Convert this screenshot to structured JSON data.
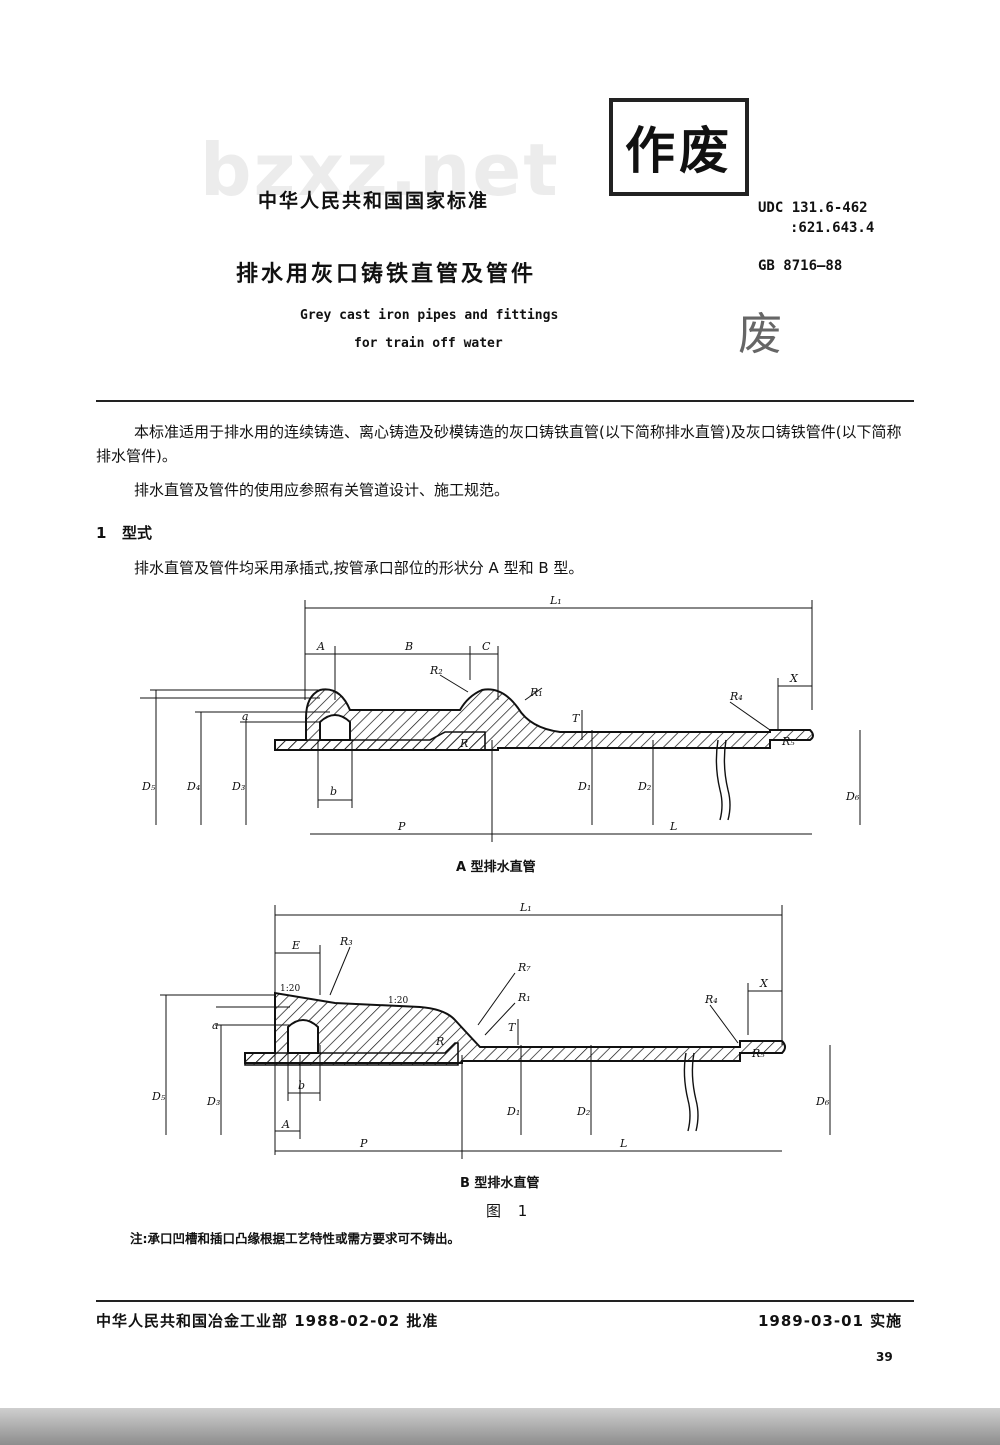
{
  "watermark": "bzxz.net",
  "header": {
    "standard_name": "中华人民共和国国家标准",
    "title_zh": "排水用灰口铸铁直管及管件",
    "title_en_line1": "Grey cast iron pipes and fittings",
    "title_en_line2": "for train off water",
    "udc_line1": "UDC 131.6-462",
    "udc_line2": ":621.643.4",
    "gb_number": "GB 8716—88",
    "stamp_main": "作废",
    "stamp_faded": "废"
  },
  "body": {
    "para1": "本标准适用于排水用的连续铸造、离心铸造及砂模铸造的灰口铸铁直管(以下简称排水直管)及灰口铸铁管件(以下简称排水管件)。",
    "para2": "排水直管及管件的使用应参照有关管道设计、施工规范。",
    "section1_number": "1",
    "section1_title": "型式",
    "para3": "排水直管及管件均采用承插式,按管承口部位的形状分 A 型和 B 型。"
  },
  "figure": {
    "caption_a": "A 型排水直管",
    "caption_b": "B 型排水直管",
    "figure_label": "图 1",
    "note": "注:承口凹槽和插口凸缘根据工艺特性或需方要求可不铸出。",
    "labels_a": {
      "L1": "L₁",
      "A": "A",
      "B": "B",
      "C": "C",
      "R2": "R₂",
      "R1": "R₁",
      "R4": "R₄",
      "X": "X",
      "a": "a",
      "T": "T",
      "R": "R",
      "R5": "R₅",
      "b": "b",
      "D5": "D₅",
      "D4": "D₄",
      "D3": "D₃",
      "D1": "D₁",
      "D2": "D₂",
      "D6": "D₆",
      "P": "P",
      "L": "L"
    },
    "labels_b": {
      "L1": "L₁",
      "E": "E",
      "R3": "R₃",
      "R7": "R₇",
      "R1": "R₁",
      "R4": "R₄",
      "X": "X",
      "slope1": "1:20",
      "slope2": "1:20",
      "a": "a",
      "T": "T",
      "R": "R",
      "R5": "R₅",
      "b": "b",
      "A": "A",
      "D5": "D₅",
      "D3": "D₃",
      "D1": "D₁",
      "D2": "D₂",
      "D6": "D₆",
      "P": "P",
      "L": "L"
    }
  },
  "footer": {
    "approval": "中华人民共和国冶金工业部 1988-02-02 批准",
    "implementation": "1989-03-01 实施",
    "page_number": "39"
  }
}
